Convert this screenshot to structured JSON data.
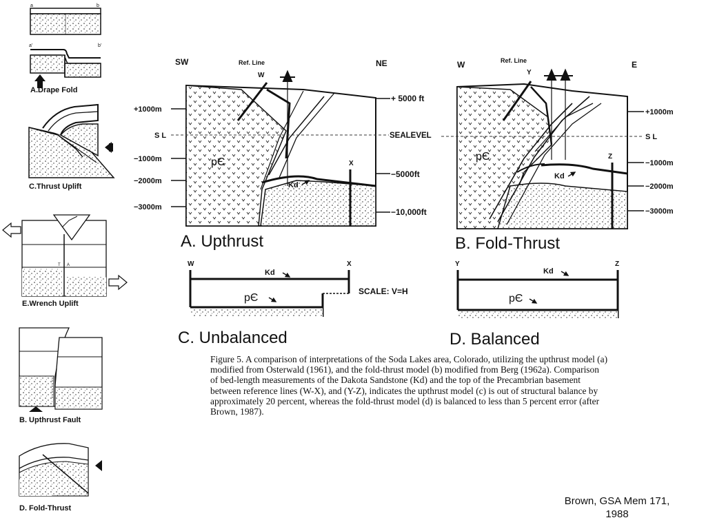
{
  "left_panels": {
    "drape_fold": {
      "label": "A.Drape Fold",
      "pin_a": "a",
      "pin_b": "b",
      "pin_a2": "a'",
      "pin_b2": "b'"
    },
    "thrust_uplift": {
      "label": "C.Thrust Uplift"
    },
    "wrench_uplift": {
      "label": "E.Wrench Uplift",
      "mark_t": "T",
      "mark_a": "A"
    },
    "upthrust_fault": {
      "label": "B. Upthrust Fault"
    },
    "fold_thrust": {
      "label": "D. Fold-Thrust"
    }
  },
  "section_a": {
    "dir_left": "SW",
    "dir_right": "NE",
    "ref_line": "Ref. Line",
    "point_w": "W",
    "point_x": "X",
    "precambrian": "pЄ",
    "dakota": "Kd",
    "left_scale": [
      "+1000m",
      "S L",
      "−1000m",
      "−2000m",
      "−3000m"
    ],
    "right_scale": [
      "+ 5000 ft",
      "SEALEVEL",
      "−5000ft",
      "−10,000ft"
    ],
    "label": "A. Upthrust"
  },
  "section_b": {
    "dir_left": "W",
    "dir_right": "E",
    "ref_line": "Ref. Line",
    "point_y": "Y",
    "point_z": "Z",
    "precambrian": "pЄ",
    "dakota": "Kd",
    "right_scale": [
      "+1000m",
      "S L",
      "−1000m",
      "−2000m",
      "−3000m"
    ],
    "label": "B. Fold-Thrust"
  },
  "section_c": {
    "point_w": "W",
    "point_x": "X",
    "dakota": "Kd",
    "precambrian": "pЄ",
    "label": "C. Unbalanced"
  },
  "section_d": {
    "point_y": "Y",
    "point_z": "Z",
    "dakota": "Kd",
    "precambrian": "pЄ",
    "label": "D. Balanced"
  },
  "scale_note": "SCALE: V=H",
  "caption": "Figure 5. A comparison of interpretations of the Soda Lakes area, Colorado, utilizing the upthrust model (a) modified from Osterwald (1961), and the fold-thrust model (b) modified from Berg (1962a). Comparison of bed-length measurements of the Dakota Sandstone (Kd) and the top of the Precambrian basement between reference lines (W-X), and (Y-Z), indicates the upthrust model (c) is out of structural balance by approximately 20 percent, whereas the fold-thrust model (d) is balanced to less than 5 percent error (after Brown, 1987).",
  "credit": {
    "line1": "Brown, GSA Mem 171,",
    "line2": "1988"
  }
}
